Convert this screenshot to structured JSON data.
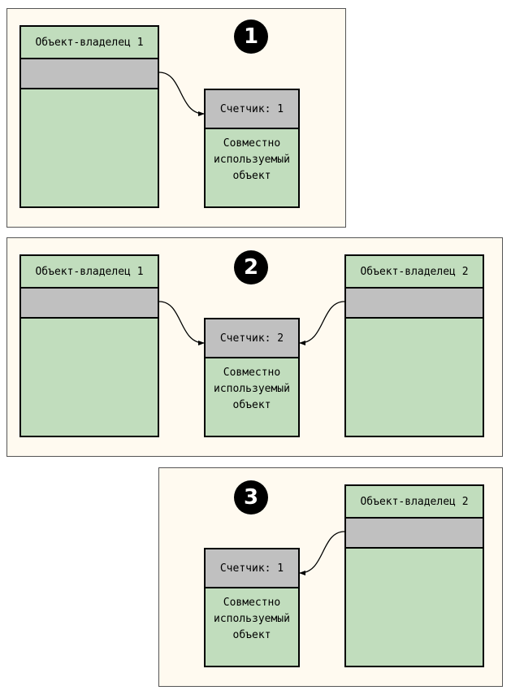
{
  "panels": [
    {
      "number": "1",
      "owners": [
        {
          "label": "Объект-владелец 1"
        }
      ],
      "counter": "Счетчик: 1",
      "shared_object": "Совместно\nиспользуемый\nобъект"
    },
    {
      "number": "2",
      "owners": [
        {
          "label": "Объект-владелец 1"
        },
        {
          "label": "Объект-владелец 2"
        }
      ],
      "counter": "Счетчик: 2",
      "shared_object": "Совместно\nиспользуемый\nобъект"
    },
    {
      "number": "3",
      "owners": [
        {
          "label": "Объект-владелец 2"
        }
      ],
      "counter": "Счетчик: 1",
      "shared_object": "Совместно\nиспользуемый\nобъект"
    }
  ],
  "colors": {
    "panel_background": "#fffaf0",
    "owner_fill": "#c1ddbd",
    "pointer_slot": "#c0c0c0",
    "number_badge": "#000000"
  }
}
